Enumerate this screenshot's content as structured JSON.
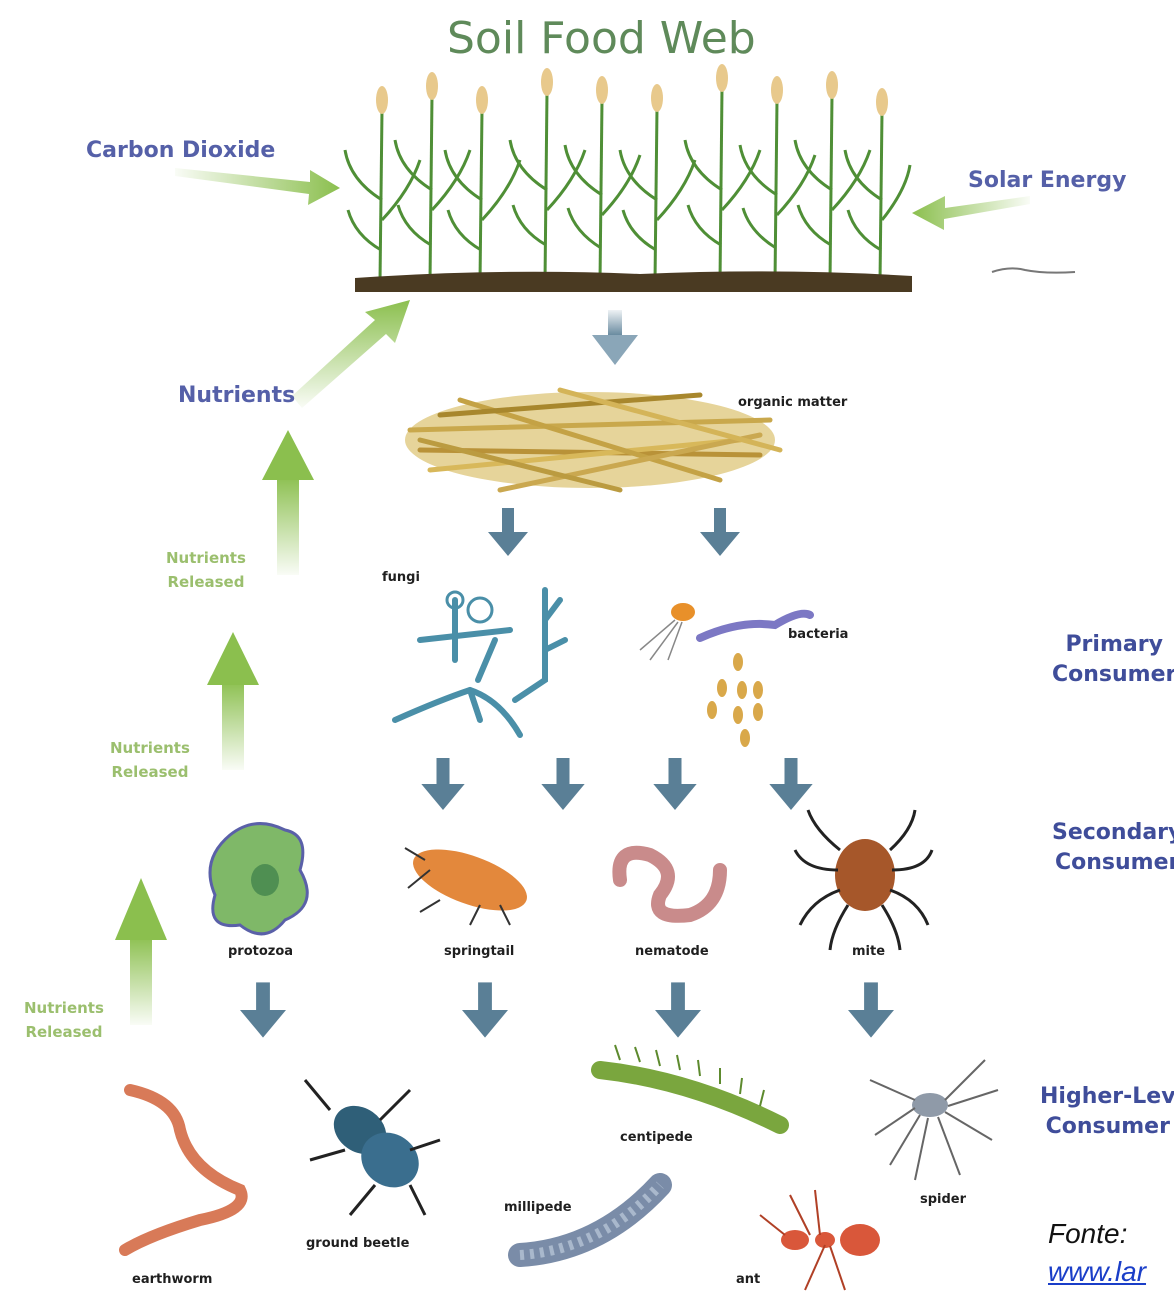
{
  "title": "Soil Food Web",
  "inputs": {
    "carbon_dioxide": "Carbon Dioxide",
    "solar_energy": "Solar Energy",
    "nutrients": "Nutrients"
  },
  "nutrients_released": [
    [
      "Nutrients",
      "Released"
    ],
    [
      "Nutrients",
      "Released"
    ],
    [
      "Nutrients",
      "Released"
    ]
  ],
  "levels": {
    "primary": [
      "Primary",
      "Consumer"
    ],
    "secondary": [
      "Secondary",
      "Consumer"
    ],
    "higher": [
      "Higher-Lev",
      "Consumer"
    ]
  },
  "organisms": {
    "organic_matter": "organic matter",
    "fungi": "fungi",
    "bacteria": "bacteria",
    "protozoa": "protozoa",
    "springtail": "springtail",
    "nematode": "nematode",
    "mite": "mite",
    "centipede": "centipede",
    "spider": "spider",
    "millipede": "millipede",
    "ground_beetle": "ground beetle",
    "earthworm": "earthworm",
    "ant": "ant"
  },
  "source": {
    "label": "Fonte:",
    "link": "www.lar"
  },
  "colors": {
    "title": "#5f8a5a",
    "input_label": "#5560a8",
    "green_arrow": "#8bbf4e",
    "blue_arrow": "#5a7f96",
    "released_label": "#9bbf6e",
    "consumer_label": "#3f4d9a",
    "link": "#1a3ec8"
  }
}
